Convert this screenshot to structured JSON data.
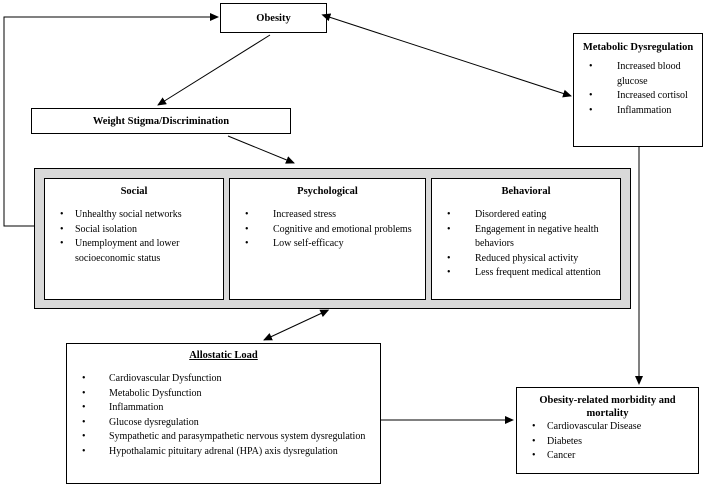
{
  "nodes": {
    "obesity": {
      "title": "Obesity"
    },
    "weight_stigma": {
      "title": "Weight Stigma/Discrimination"
    },
    "metabolic": {
      "title": "Metabolic Dysregulation",
      "items": [
        "Increased blood glucose",
        "Increased cortisol",
        "Inflammation"
      ]
    },
    "social": {
      "title": "Social",
      "items": [
        "Unhealthy social networks",
        "Social isolation",
        "Unemployment and lower socioeconomic status"
      ]
    },
    "psychological": {
      "title": "Psychological",
      "items": [
        "Increased stress",
        "Cognitive and emotional problems",
        "Low self-efficacy"
      ]
    },
    "behavioral": {
      "title": "Behavioral",
      "items": [
        "Disordered eating",
        "Engagement in negative health behaviors",
        "Reduced physical activity",
        "Less frequent medical attention"
      ]
    },
    "allostatic": {
      "title": "Allostatic Load",
      "items": [
        "Cardiovascular Dysfunction",
        "Metabolic Dysfunction",
        "Inflammation",
        "Glucose dysregulation",
        "Sympathetic and parasympathetic nervous system dysregulation",
        "Hypothalamic pituitary adrenal (HPA) axis dysregulation"
      ]
    },
    "morbidity": {
      "title": "Obesity-related morbidity and mortality",
      "items": [
        "Cardiovascular Disease",
        "Diabetes",
        "Cancer"
      ]
    }
  },
  "colors": {
    "group_fill": "#d9d9d9",
    "stroke": "#000000",
    "box_fill": "#ffffff"
  }
}
